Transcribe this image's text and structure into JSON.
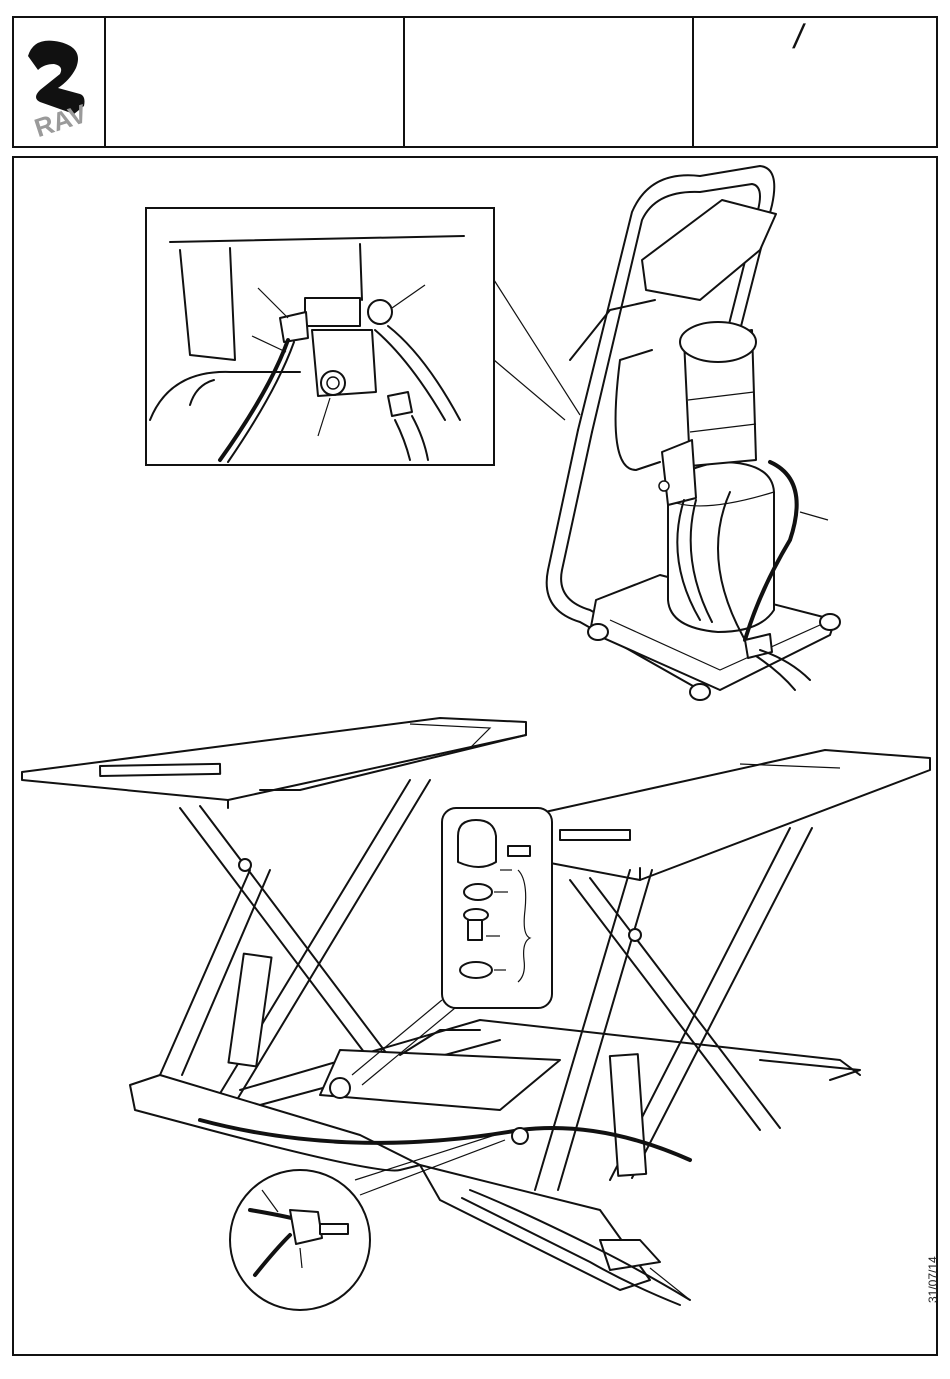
{
  "header": {
    "logo_text": "RAV",
    "cells": [
      "",
      "",
      "/"
    ]
  },
  "footer": {
    "date": "31/07/14"
  },
  "illustration": {
    "items": [
      "hydraulic-control-unit",
      "solenoid-valve-detail",
      "scissor-lift",
      "fitting-parts-detail",
      "hose-connector-detail"
    ]
  }
}
